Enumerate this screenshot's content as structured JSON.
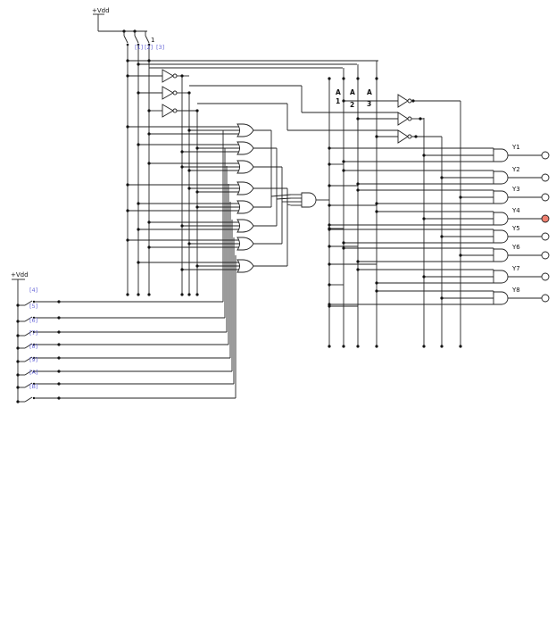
{
  "circuit": {
    "supply_label_top": "+Vdd",
    "supply_label_left": "+Vdd",
    "switch_labels_top": [
      "[1]",
      "[2]",
      "[3]"
    ],
    "switch_labels_left": [
      "[4]",
      "[5]",
      "[6]",
      "[7]",
      "[8]",
      "[9]",
      "[A]",
      "[B]"
    ],
    "switch_top_marker": "1",
    "a_labels": [
      {
        "letter": "A",
        "index": "1"
      },
      {
        "letter": "A",
        "index": "2"
      },
      {
        "letter": "A",
        "index": "3"
      }
    ],
    "outputs": [
      {
        "label": "Y1",
        "active": false
      },
      {
        "label": "Y2",
        "active": false
      },
      {
        "label": "Y3",
        "active": false
      },
      {
        "label": "Y4",
        "active": true
      },
      {
        "label": "Y5",
        "active": false
      },
      {
        "label": "Y6",
        "active": false
      },
      {
        "label": "Y7",
        "active": false
      },
      {
        "label": "Y8",
        "active": false
      }
    ],
    "colors": {
      "active_led": "#f08070",
      "wire": "#222222",
      "switch_label": "#6b6bd8"
    }
  }
}
